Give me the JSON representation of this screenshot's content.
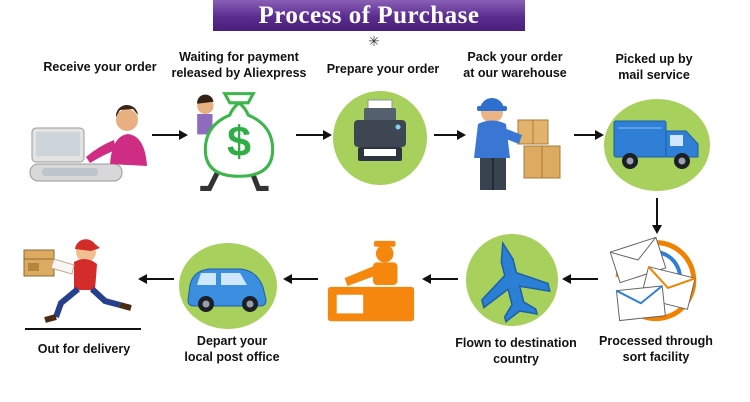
{
  "title": "Process of Purchase",
  "ornament": "✳",
  "icons": {
    "money_symbol": "$"
  },
  "steps": {
    "receive": {
      "label": "Receive your order"
    },
    "waiting": {
      "label": "Waiting for payment\nreleased by Aliexpress"
    },
    "prepare": {
      "label": "Prepare your order"
    },
    "pack": {
      "label": "Pack your order\nat our warehouse"
    },
    "picked": {
      "label": "Picked up by\nmail service"
    },
    "sort": {
      "label": "Processed through\nsort facility"
    },
    "flown": {
      "label": "Flown to destination\ncountry"
    },
    "depart": {
      "label": "Depart your\nlocal post office"
    },
    "delivery": {
      "label": "Out for delivery"
    }
  },
  "colors": {
    "banner_dark": "#4a1f7a",
    "banner_light": "#8a5fb5",
    "leaf_green": "#a8d05c",
    "customs_orange": "#f5870f",
    "vehicle_blue": "#2f7fd6",
    "money_green": "#2fae45",
    "arrow_black": "#111111"
  }
}
